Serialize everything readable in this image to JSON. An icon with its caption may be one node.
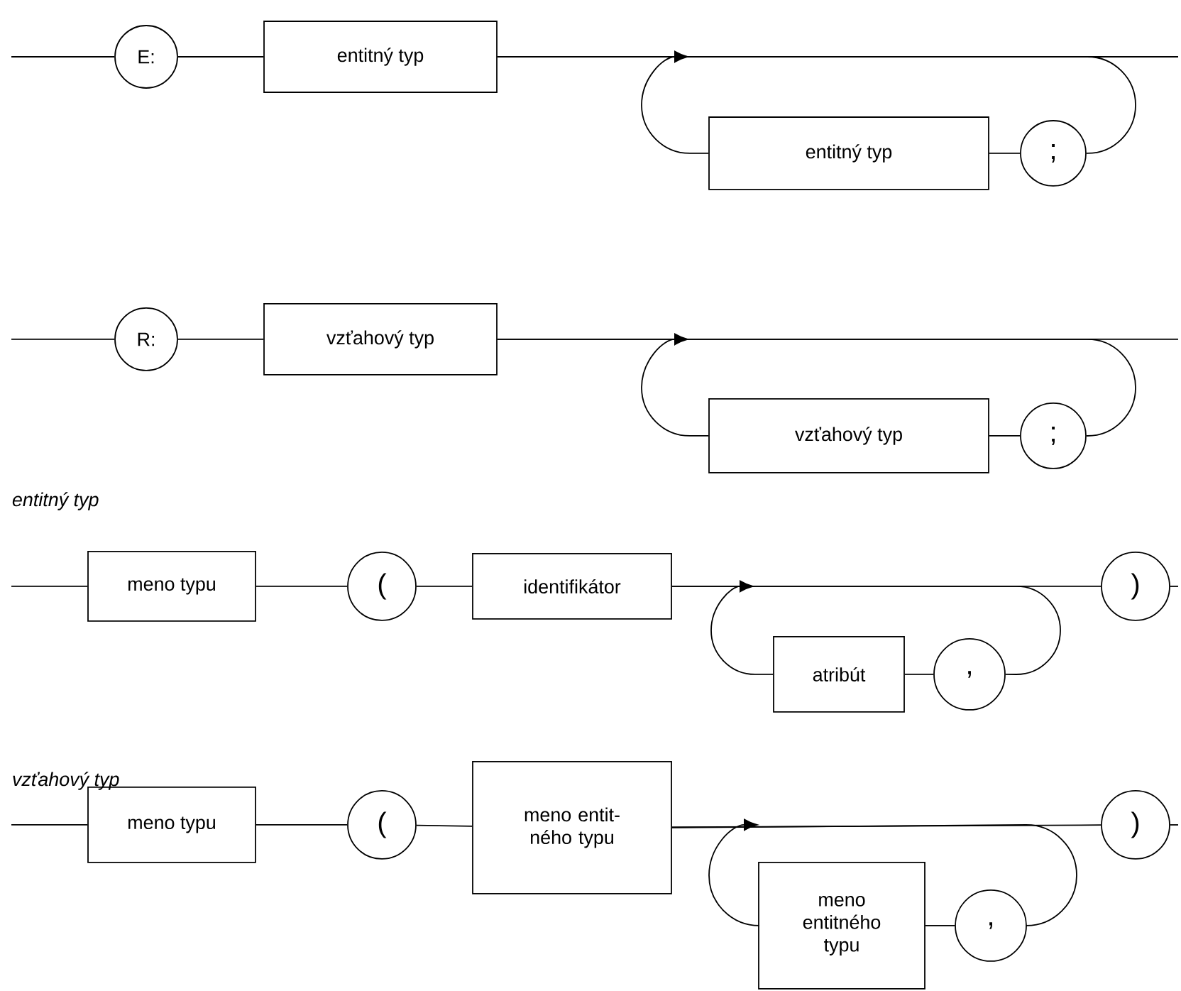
{
  "diagram": {
    "nodes": [
      {
        "text": [
          "E:"
        ]
      },
      {
        "text": [
          "entitný typ"
        ]
      },
      {
        "text": [
          "entitný typ"
        ]
      },
      {
        "text": [
          ";"
        ]
      },
      {
        "text": [
          "R:"
        ]
      },
      {
        "text": [
          "vzťahový typ"
        ]
      },
      {
        "text": [
          "vzťahový typ"
        ]
      },
      {
        "text": [
          ";"
        ]
      },
      {
        "text": [
          "meno typu"
        ]
      },
      {
        "text": [
          "("
        ]
      },
      {
        "text": [
          "identifikátor"
        ]
      },
      {
        "text": [
          "atribút"
        ]
      },
      {
        "text": [
          ","
        ]
      },
      {
        "text": [
          ")"
        ]
      },
      {
        "text": [
          "meno typu"
        ]
      },
      {
        "text": [
          "("
        ]
      },
      {
        "text": [
          "meno entit-ného typu"
        ]
      },
      {
        "text": [
          "meno entitného typu"
        ]
      },
      {
        "text": [
          ","
        ]
      },
      {
        "text": [
          ")"
        ]
      }
    ],
    "edges": [
      {
        "from": null,
        "to": 0,
        "arrow": "none"
      },
      {
        "from": 0,
        "to": 1,
        "arrow": "none"
      },
      {
        "from": 1,
        "to": null,
        "arrow": "none"
      },
      {
        "from": 1,
        "to": 3,
        "arrow": "none"
      },
      {
        "from": 3,
        "to": 2,
        "arrow": "none"
      },
      {
        "from": 2,
        "to": null,
        "arrow": "to"
      },
      {
        "from": null,
        "to": 4,
        "arrow": "none"
      },
      {
        "from": 4,
        "to": 5,
        "arrow": "none"
      },
      {
        "from": 5,
        "to": null,
        "arrow": "none"
      },
      {
        "from": 5,
        "to": 7,
        "arrow": "none"
      },
      {
        "from": 7,
        "to": 6,
        "arrow": "none"
      },
      {
        "from": 6,
        "to": null,
        "arrow": "to"
      },
      {
        "from": null,
        "to": 8,
        "arrow": "none"
      },
      {
        "from": 8,
        "to": 9,
        "arrow": "none"
      },
      {
        "from": 9,
        "to": 10,
        "arrow": "none"
      },
      {
        "from": 10,
        "to": 13,
        "arrow": "none"
      },
      {
        "from": 10,
        "to": 12,
        "arrow": "none"
      },
      {
        "from": 12,
        "to": 11,
        "arrow": "none"
      },
      {
        "from": 11,
        "to": null,
        "arrow": "to"
      },
      {
        "from": 13,
        "to": null,
        "arrow": "none"
      },
      {
        "from": null,
        "to": 14,
        "arrow": "none"
      },
      {
        "from": 14,
        "to": 15,
        "arrow": "none"
      },
      {
        "from": 15,
        "to": 16,
        "arrow": "none"
      },
      {
        "from": 16,
        "to": 19,
        "arrow": "none"
      },
      {
        "from": 16,
        "to": 18,
        "arrow": "none"
      },
      {
        "from": 18,
        "to": 17,
        "arrow": "none"
      },
      {
        "from": 17,
        "to": null,
        "arrow": "to"
      },
      {
        "from": 19,
        "to": null,
        "arrow": "none"
      }
    ],
    "labels": [
      "entitný typ",
      "vzťahový typ"
    ]
  }
}
